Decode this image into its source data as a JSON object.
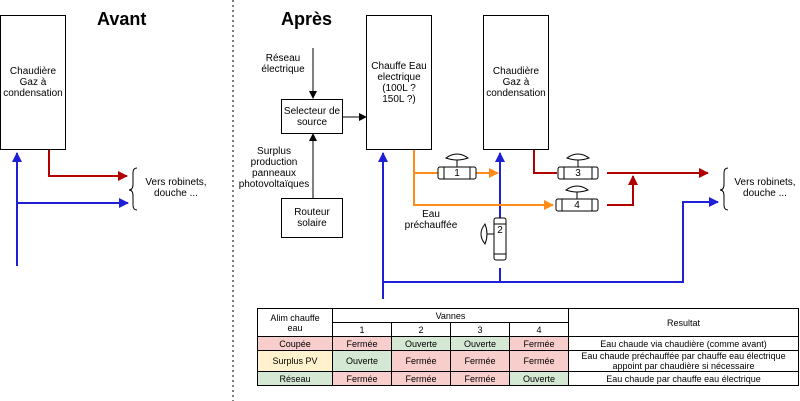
{
  "titles": {
    "before": "Avant",
    "after": "Après"
  },
  "boxes": {
    "boiler_before": "Chaudière\nGaz à\ncondensation",
    "boiler_after": "Chaudière\nGaz à\ncondensation",
    "water_heater": "Chauffe Eau\nelectrique\n(100L ?\n150L ?)",
    "source_selector": "Selecteur de\nsource",
    "solar_router": "Routeur\nsolaire"
  },
  "labels": {
    "grid": "Réseau\nélectrique",
    "pv_surplus": "Surplus\nproduction\npanneaux\nphotovoltaïques",
    "to_taps_before": "Vers robinets,\ndouche ...",
    "to_taps_after": "Vers robinets,\ndouche ...",
    "preheated": "Eau\npréchauffée"
  },
  "valves": [
    "1",
    "2",
    "3",
    "4"
  ],
  "colors": {
    "cold": "#1f1fd6",
    "hot": "#b00000",
    "preheated": "#ff8c1a"
  },
  "table": {
    "header_feed": "Alim chauffe\neau",
    "header_valves": "Vannes",
    "header_result": "Resultat",
    "valve_cols": [
      "1",
      "2",
      "3",
      "4"
    ],
    "rows": [
      {
        "feed": "Coupée",
        "states": [
          "Fermée",
          "Ouverte",
          "Ouverte",
          "Fermée"
        ],
        "result": "Eau chaude via chaudière (comme avant)"
      },
      {
        "feed": "Surplus PV",
        "states": [
          "Ouverte",
          "Fermée",
          "Fermée",
          "Fermée"
        ],
        "result": "Eau chaude préchauffée par chauffe eau électrique\nappoint par chaudière si nécessaire"
      },
      {
        "feed": "Réseau",
        "states": [
          "Fermée",
          "Fermée",
          "Fermée",
          "Ouverte"
        ],
        "result": "Eau chaude par chauffe eau électrique"
      }
    ]
  }
}
